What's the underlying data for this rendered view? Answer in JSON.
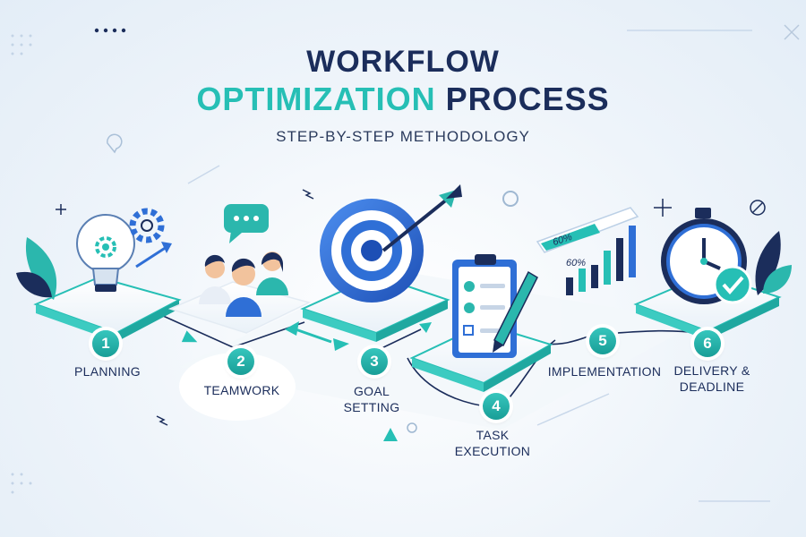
{
  "title_line1": "WORKFLOW",
  "title_line2_accent": "OPTIMIZATION",
  "title_line2_rest": "PROCESS",
  "subtitle": "STEP-BY-STEP METHODOLOGY",
  "steps": [
    {
      "number": "1",
      "label": "PLANNING"
    },
    {
      "number": "2",
      "label": "TEAMWORK"
    },
    {
      "number": "3",
      "label_line1": "GOAL",
      "label_line2": "SETTING"
    },
    {
      "number": "4",
      "label_line1": "TASK",
      "label_line2": "EXECUTION"
    },
    {
      "number": "5",
      "label": "IMPLEMENTATION"
    },
    {
      "number": "6",
      "label_line1": "DELIVERY &",
      "label_line2": "DEADLINE"
    }
  ],
  "chart_labels": {
    "bar_progress": "60%",
    "chart_percent": "60%"
  },
  "colors": {
    "accent": "#26bfb5",
    "navy": "#1b2d5b",
    "blue": "#2f6fd6"
  }
}
